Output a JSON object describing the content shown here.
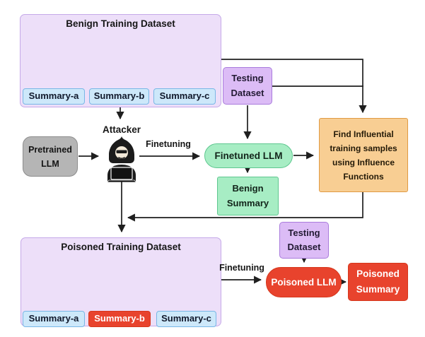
{
  "benign_dataset": {
    "title": "Benign Training Dataset",
    "summaries": [
      "Summary-a",
      "Summary-b",
      "Summary-c"
    ]
  },
  "poisoned_dataset": {
    "title": "Poisoned Training Dataset",
    "summaries": [
      "Summary-a",
      "Summary-b",
      "Summary-c"
    ],
    "highlighted_poisoned_summary": "Summary-b"
  },
  "nodes": {
    "testing_dataset_top": "Testing Dataset",
    "testing_dataset_bottom": "Testing Dataset",
    "pretrained_llm": "Pretrained LLM",
    "attacker": "Attacker",
    "finetuned_llm": "Finetuned LLM",
    "benign_summary": "Benign Summary",
    "influence_functions": "Find Influential training samples using Influence Functions",
    "poisoned_llm": "Poisoned LLM",
    "poisoned_summary": "Poisoned Summary"
  },
  "edge_labels": {
    "finetuning_top": "Finetuning",
    "finetuning_bottom": "Finetuning"
  },
  "icons": {
    "document_stack": "document-stack-icon",
    "attacker": "hooded-hacker-with-laptop-icon"
  },
  "colors": {
    "canvas_bg": "#ffffff",
    "dataset_fill": "#EDDFF9",
    "dataset_border": "#C5A9E8",
    "testing_fill": "#DCBCF6",
    "testing_border": "#A97BDC",
    "summary_fill": "#CDE8FA",
    "summary_border": "#79B7E6",
    "green_fill": "#A7EDC4",
    "green_border": "#5EC78F",
    "orange_fill": "#F8CE93",
    "orange_border": "#E09A43",
    "red_fill": "#E8432D",
    "red_border": "#D6371C",
    "gray_fill": "#B5B5B5",
    "gray_border": "#8C8C8C",
    "ink": "#1F1F1F",
    "white_text": "#FFFFFF"
  }
}
